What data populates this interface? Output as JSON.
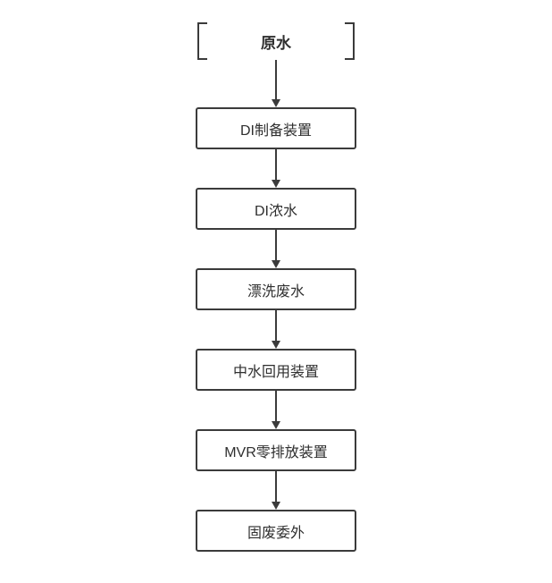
{
  "flowchart": {
    "nodes": [
      {
        "id": "source-water",
        "label": "原水",
        "shape": "bracket"
      },
      {
        "id": "di-preparation-unit",
        "label": "DI制备装置",
        "shape": "rect"
      },
      {
        "id": "di-concentrate",
        "label": "DI浓水",
        "shape": "rect"
      },
      {
        "id": "rinse-wastewater",
        "label": "漂洗废水",
        "shape": "rect"
      },
      {
        "id": "reclaimed-water-unit",
        "label": "中水回用装置",
        "shape": "rect"
      },
      {
        "id": "mvr-zero-discharge-unit",
        "label": "MVR零排放装置",
        "shape": "rect"
      },
      {
        "id": "solid-waste-outsourcing",
        "label": "固废委外",
        "shape": "rect"
      }
    ],
    "edges": [
      {
        "from": "source-water",
        "to": "di-preparation-unit"
      },
      {
        "from": "di-preparation-unit",
        "to": "di-concentrate"
      },
      {
        "from": "di-concentrate",
        "to": "rinse-wastewater"
      },
      {
        "from": "rinse-wastewater",
        "to": "reclaimed-water-unit"
      },
      {
        "from": "reclaimed-water-unit",
        "to": "mvr-zero-discharge-unit"
      },
      {
        "from": "mvr-zero-discharge-unit",
        "to": "solid-waste-outsourcing"
      }
    ],
    "colors": {
      "node_border": "#3b3b3b",
      "node_fill": "#ffffff",
      "text": "#2f2f2f",
      "arrow": "#3b3b3b",
      "background": "#ffffff"
    }
  }
}
